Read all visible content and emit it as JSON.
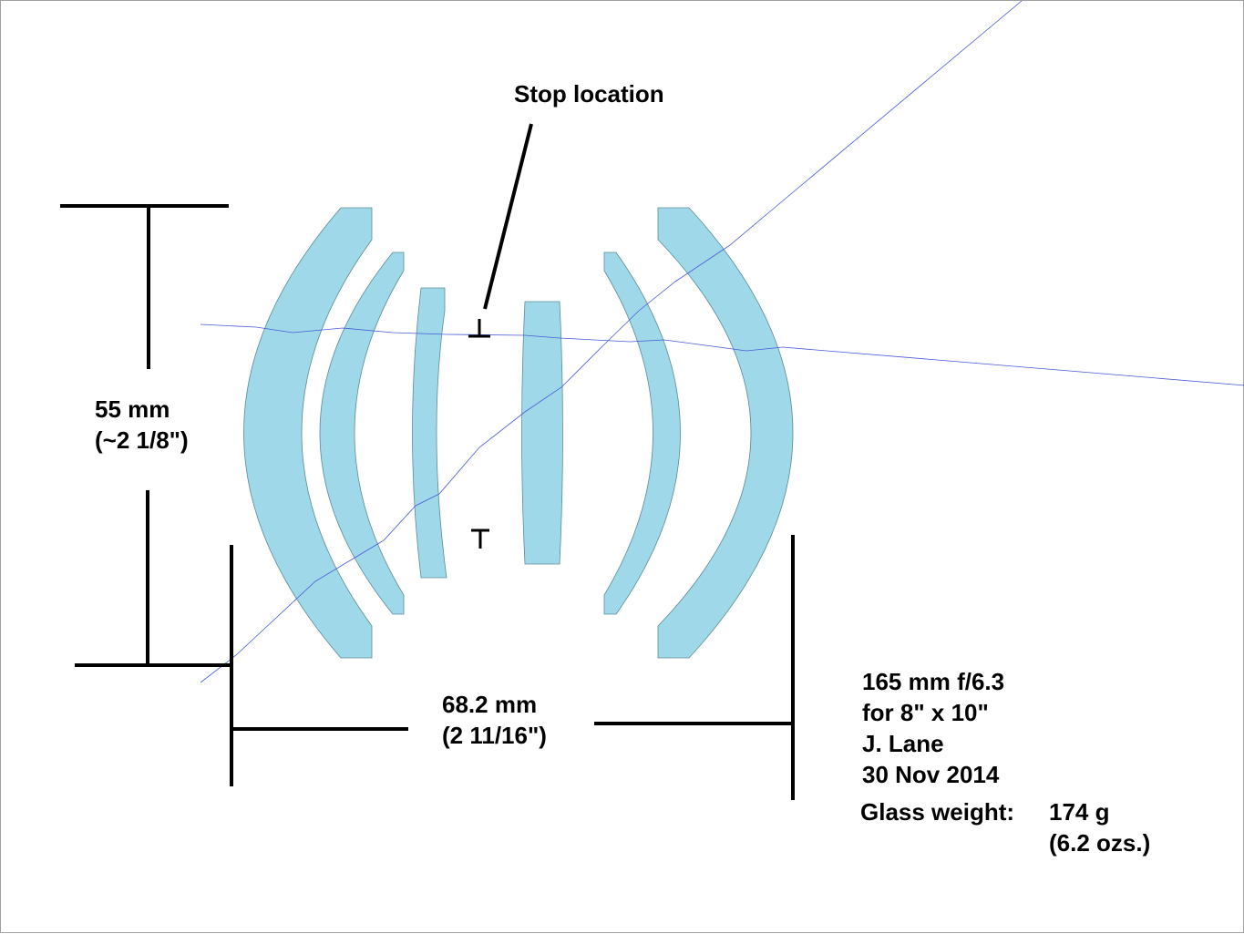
{
  "stop_label": "Stop location",
  "height_dimension": {
    "metric": "55 mm",
    "imperial": "(~2 1/8\")"
  },
  "length_dimension": {
    "metric": "68.2 mm",
    "imperial": "(2 11/16\")"
  },
  "info": {
    "lines": [
      "165 mm f/6.3",
      "for 8\" x 10\"",
      "J. Lane",
      "30 Nov 2014"
    ],
    "weight_label": "Glass weight:",
    "weight_value": "174 g",
    "weight_alt": "(6.2 ozs.)"
  },
  "colors": {
    "glass": "#9fd9e9",
    "ray": "#4a5ad8",
    "dimension": "#000000"
  }
}
